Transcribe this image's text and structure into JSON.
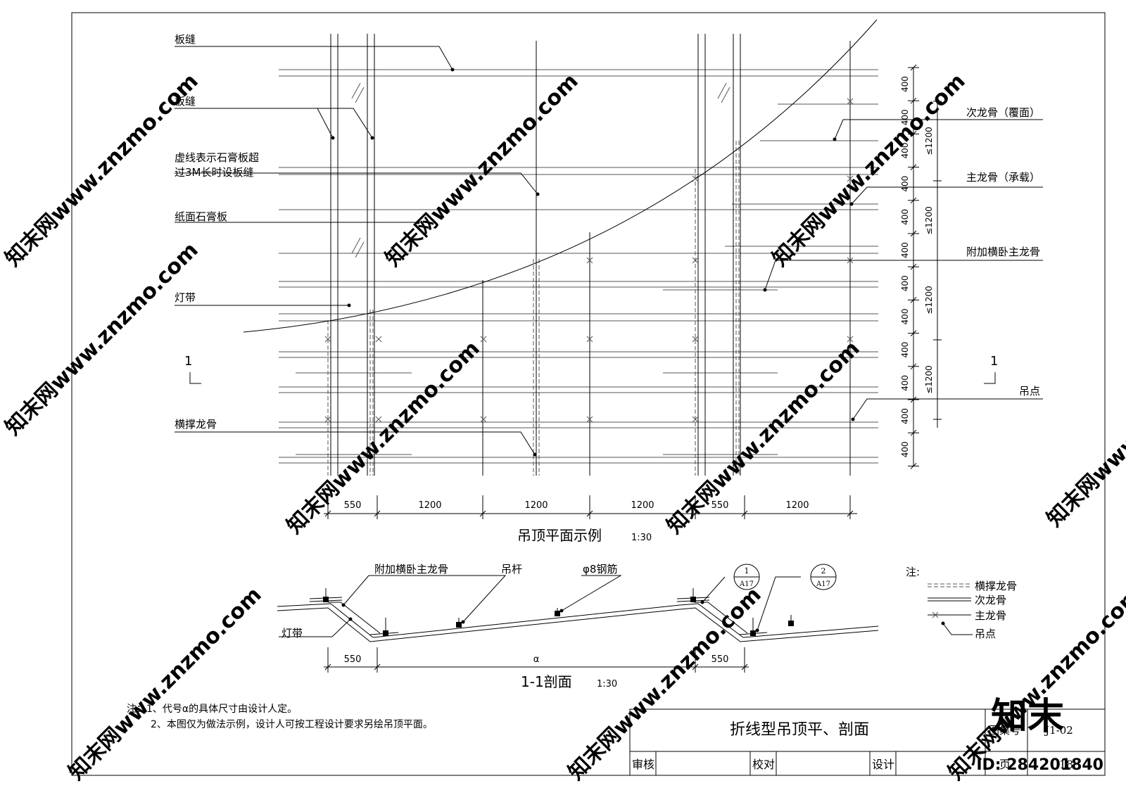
{
  "plan": {
    "labels_left": [
      "板缝",
      "板缝",
      "虚线表示石膏板超",
      "过3M长时设板缝",
      "纸面石膏板",
      "灯带",
      "横撑龙骨"
    ],
    "labels_right": [
      "次龙骨（覆面）",
      "主龙骨（承载）",
      "附加横卧主龙骨",
      "吊点"
    ],
    "section_mark": "1",
    "dims_bottom": [
      "550",
      "1200",
      "1200",
      "1200",
      "550",
      "1200"
    ],
    "dims_right": [
      "400",
      "400",
      "400",
      "400",
      "400",
      "400",
      "400",
      "400",
      "400",
      "400",
      "400",
      "400"
    ],
    "dims_right_group": [
      "≤1200",
      "≤1200",
      "≤1200",
      "≤1200"
    ],
    "title": "吊顶平面示例",
    "scale": "1:30"
  },
  "section": {
    "labels": [
      "附加横卧主龙骨",
      "吊杆",
      "φ8钢筋",
      "灯带"
    ],
    "callouts": [
      {
        "num": "1",
        "ref": "A17"
      },
      {
        "num": "2",
        "ref": "A17"
      }
    ],
    "dims": [
      "550",
      "α",
      "550"
    ],
    "title": "1-1剖面",
    "scale": "1:30"
  },
  "legend": {
    "heading": "注:",
    "items": [
      "横撑龙骨",
      "次龙骨",
      "主龙骨",
      "吊点"
    ]
  },
  "notes": [
    "注：1、代号α的具体尺寸由设计人定。",
    "2、本图仅为做法示例，设计人可按工程设计要求另绘吊顶平面。"
  ],
  "title_block": {
    "title": "折线型吊顶平、剖面",
    "atlas_label": "图集号",
    "atlas_no": "J1-02",
    "reviewer": "审核",
    "checker": "校对",
    "designer": "设计",
    "page_label": "页",
    "page_no": "18"
  },
  "watermark": {
    "brand": "知末",
    "site": "知末网www.znzmo.com",
    "id": "ID: 284201840"
  }
}
